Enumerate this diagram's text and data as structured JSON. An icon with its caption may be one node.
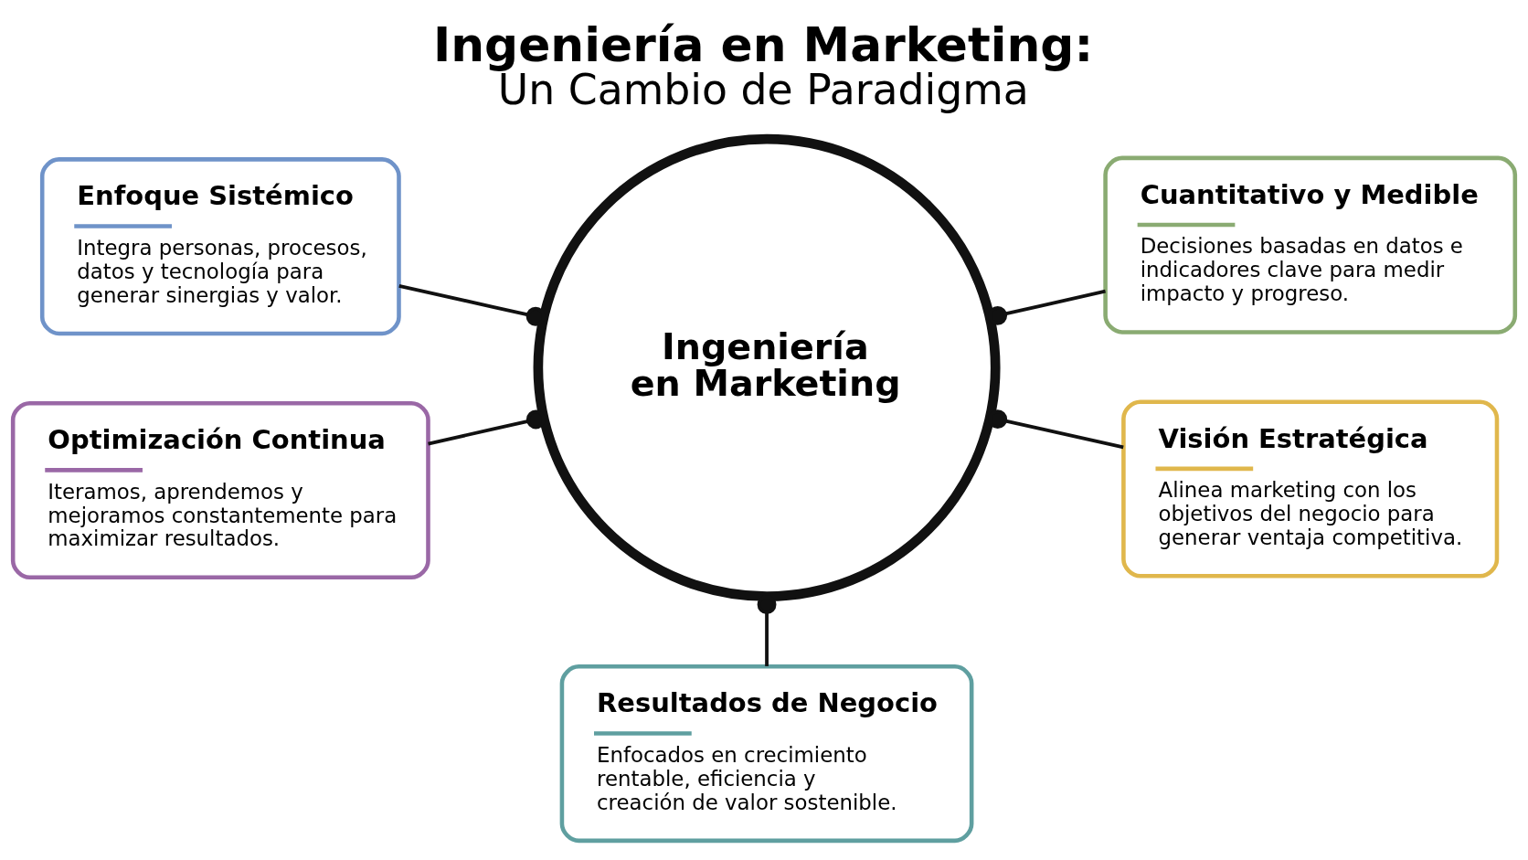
{
  "diagram": {
    "title": "Ingeniería en Marketing: Un Cambio de Paradigma",
    "nodes": [
      {
        "text": [
          "Ingeniería en Marketing"
        ]
      },
      {
        "text": [
          "Enfoque Sistémico",
          "Integra personas, procesos, datos y tecnología para generar sinergias y valor."
        ]
      },
      {
        "text": [
          "Cuantitativo y Medible",
          "Decisiones basadas en datos e indicadores clave para medir impacto y progreso."
        ]
      },
      {
        "text": [
          "Optimización Continua",
          "Iteramos, aprendemos y mejoramos constantemente para maximizar resultados."
        ]
      },
      {
        "text": [
          "Visión Estratégica",
          "Alinea marketing con los objetivos del negocio para generar ventaja competitiva."
        ]
      },
      {
        "text": [
          "Resultados de Negocio",
          "Enfocados en crecimiento rentable, eficiencia y creación de valor sostenible."
        ]
      }
    ],
    "edges": [
      {
        "from": 1,
        "to": 0,
        "arrow": "other"
      },
      {
        "from": 0,
        "to": 2,
        "arrow": "other"
      },
      {
        "from": 3,
        "to": 0,
        "arrow": "other"
      },
      {
        "from": 0,
        "to": 4,
        "arrow": "other"
      },
      {
        "from": 0,
        "to": 5,
        "arrow": "other"
      }
    ]
  }
}
